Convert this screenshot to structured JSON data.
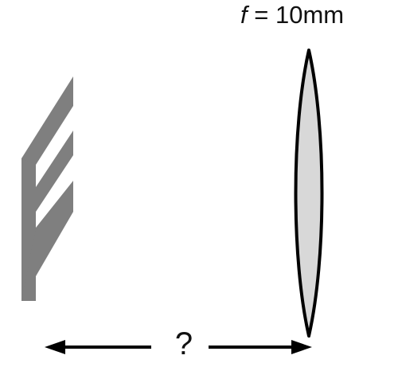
{
  "lens": {
    "focal_symbol": "f",
    "focal_value": "= 10mm",
    "fill": "#d8d8d8",
    "stroke": "#000000"
  },
  "object": {
    "shape": "E",
    "fill": "#7f7f7f"
  },
  "distance": {
    "label": "?",
    "arrow_color": "#000000"
  }
}
